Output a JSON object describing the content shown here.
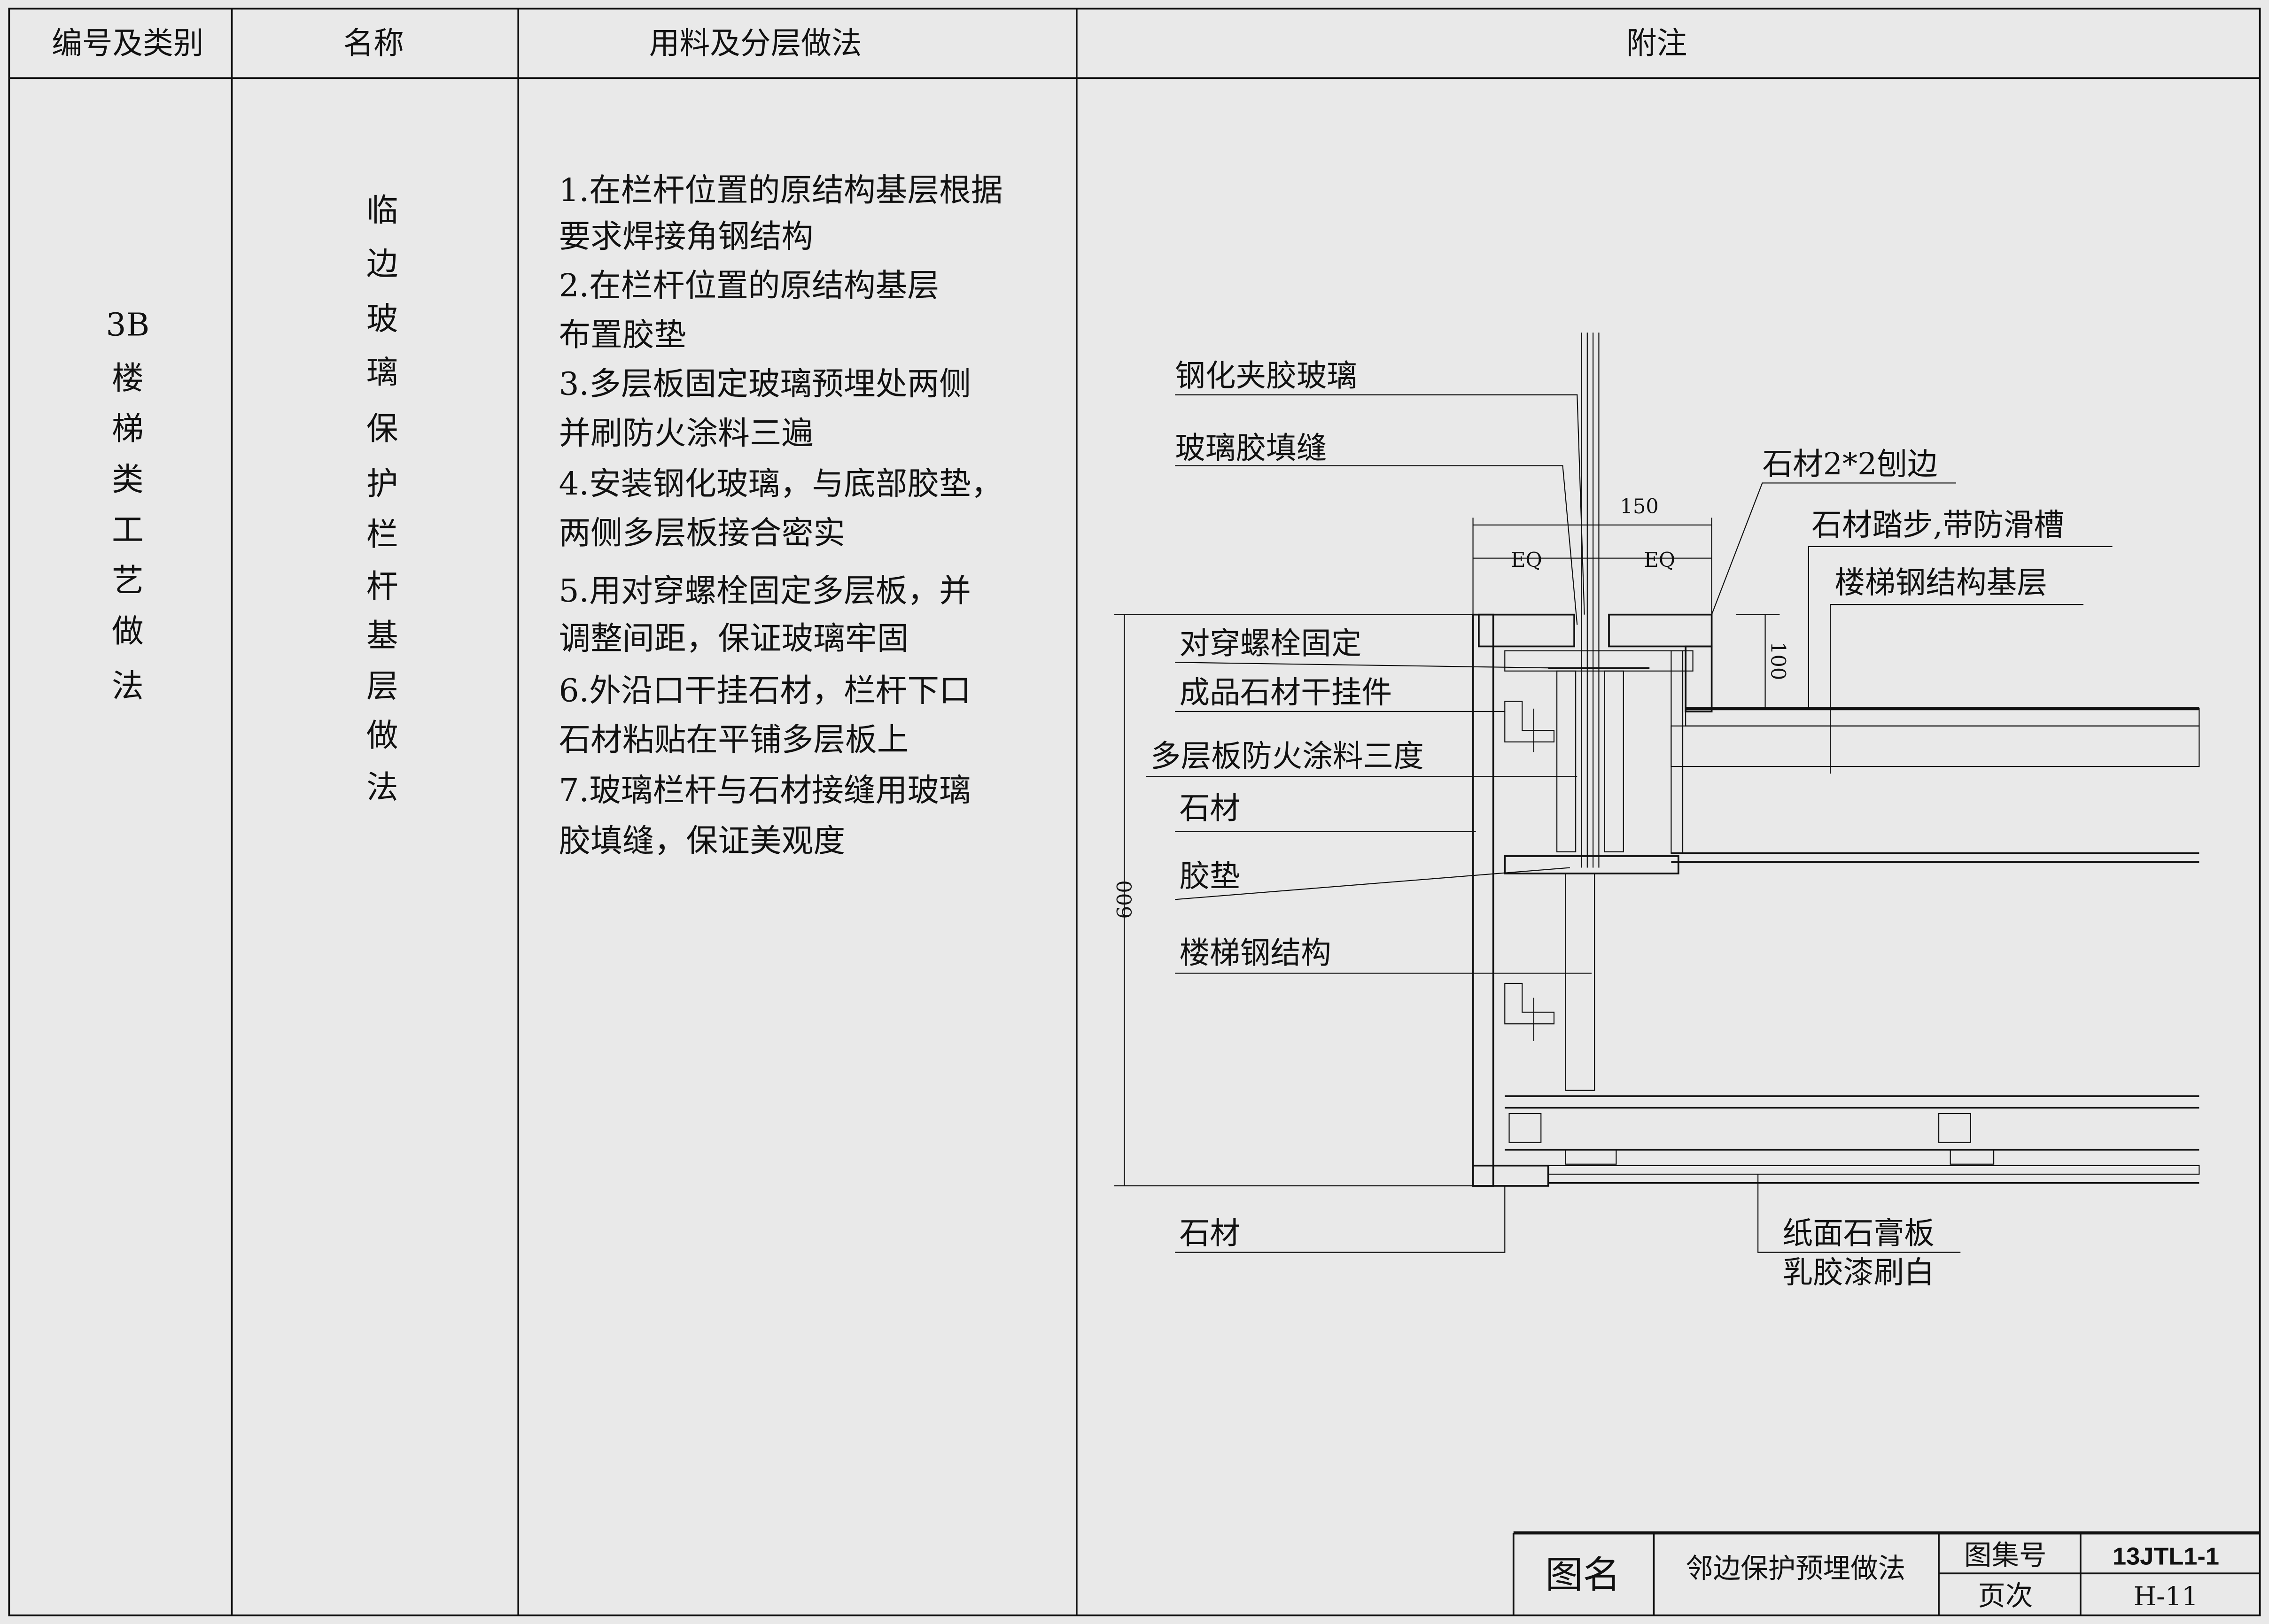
{
  "header": {
    "col1": "编号及类别",
    "col2": "名称",
    "col3": "用料及分层做法",
    "col4": "附注"
  },
  "category": [
    "3B",
    "楼",
    "梯",
    "类",
    "工",
    "艺",
    "做",
    "法"
  ],
  "name_chars": [
    "临",
    "边",
    "玻",
    "璃",
    "保",
    "护",
    "栏",
    "杆",
    "基",
    "层",
    "做",
    "法"
  ],
  "steps": [
    "1.在栏杆位置的原结构基层根据",
    "  要求焊接角钢结构",
    "2.在栏杆位置的原结构基层",
    "  布置胶垫",
    "3.多层板固定玻璃预埋处两侧",
    "  并刷防火涂料三遍",
    "4.安装钢化玻璃，与底部胶垫，",
    "  两侧多层板接合密实",
    "5.用对穿螺栓固定多层板，并",
    "  调整间距，保证玻璃牢固",
    "6.外沿口干挂石材，栏杆下口",
    "  石材粘贴在平铺多层板上",
    "7.玻璃栏杆与石材接缝用玻璃",
    "  胶填缝，保证美观度"
  ],
  "drawing": {
    "labels_left": [
      "钢化夹胶玻璃",
      "玻璃胶填缝",
      "对穿螺栓固定",
      "成品石材干挂件",
      "多层板防火涂料三度",
      "石材",
      "胶垫",
      "楼梯钢结构",
      "石材"
    ],
    "labels_right": [
      "石材2*2刨边",
      "石材踏步,带防滑槽",
      "楼梯钢结构基层",
      "纸面石膏板",
      "乳胶漆刷白"
    ],
    "dims": {
      "width": "150",
      "eq": "EQ",
      "height_top": "100",
      "height_total": "600"
    }
  },
  "title_block": {
    "name_label": "图名",
    "name_value": "邻边保护预埋做法",
    "atlas_label": "图集号",
    "atlas_value": "13JTL1-1",
    "page_label": "页次",
    "page_value": "H-11"
  }
}
